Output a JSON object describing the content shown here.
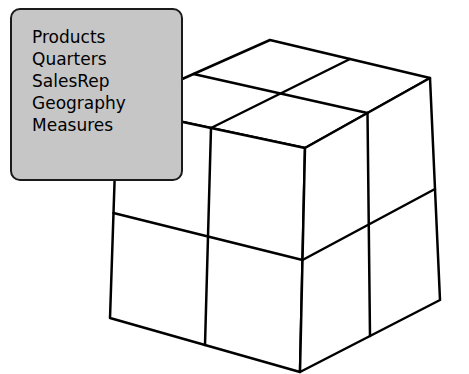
{
  "diagram": {
    "nodes": [
      {
        "text": [
          "Products",
          "Quarters",
          "SalesRep",
          "Geography",
          "Measures"
        ]
      }
    ]
  }
}
